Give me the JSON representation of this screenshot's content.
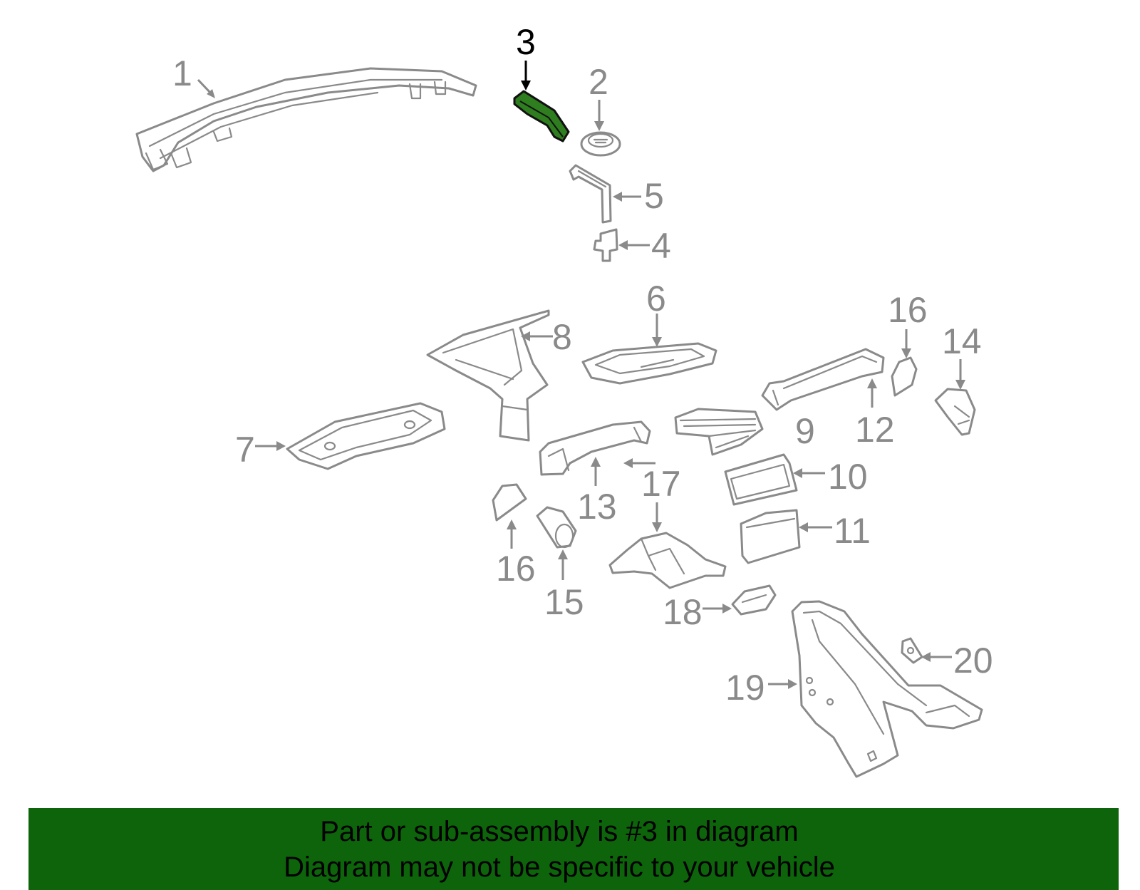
{
  "callouts": {
    "c1": "1",
    "c2": "2",
    "c3": "3",
    "c4": "4",
    "c5": "5",
    "c6": "6",
    "c7": "7",
    "c8": "8",
    "c9": "9",
    "c10": "10",
    "c11": "11",
    "c12": "12",
    "c13": "13",
    "c14": "14",
    "c15": "15",
    "c16a": "16",
    "c16b": "16",
    "c17": "17",
    "c18": "18",
    "c19": "19",
    "c20": "20"
  },
  "highlighted_part": "3",
  "colors": {
    "highlight": "#2e7d1e",
    "banner": "#0d640b",
    "parts": "#8a8a8a"
  },
  "banner": {
    "line1": "Part or sub-assembly is #3 in diagram",
    "line2": "Diagram may not be specific to your vehicle"
  }
}
